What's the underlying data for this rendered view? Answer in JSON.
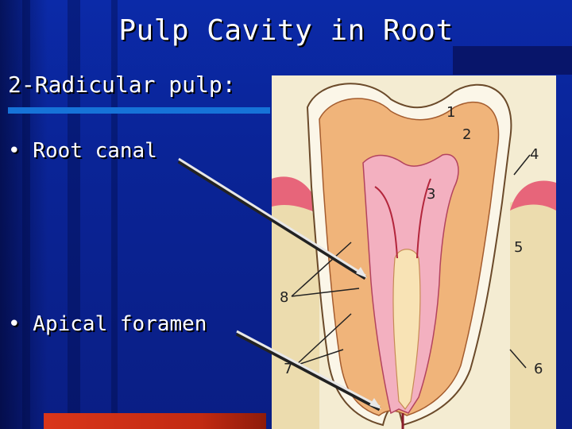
{
  "slide": {
    "title": "Pulp Cavity in Root",
    "subtitle": "2-Radicular pulp:",
    "bullets": [
      "• Root canal",
      "• Apical foramen"
    ]
  },
  "diagram": {
    "labels": [
      "1",
      "2",
      "3",
      "4",
      "5",
      "6",
      "7",
      "8"
    ]
  },
  "colors": {
    "background": "#0a1f8f",
    "underline": "#1673d8",
    "bottom_bar": "#d9361a",
    "text": "#ffffff"
  }
}
